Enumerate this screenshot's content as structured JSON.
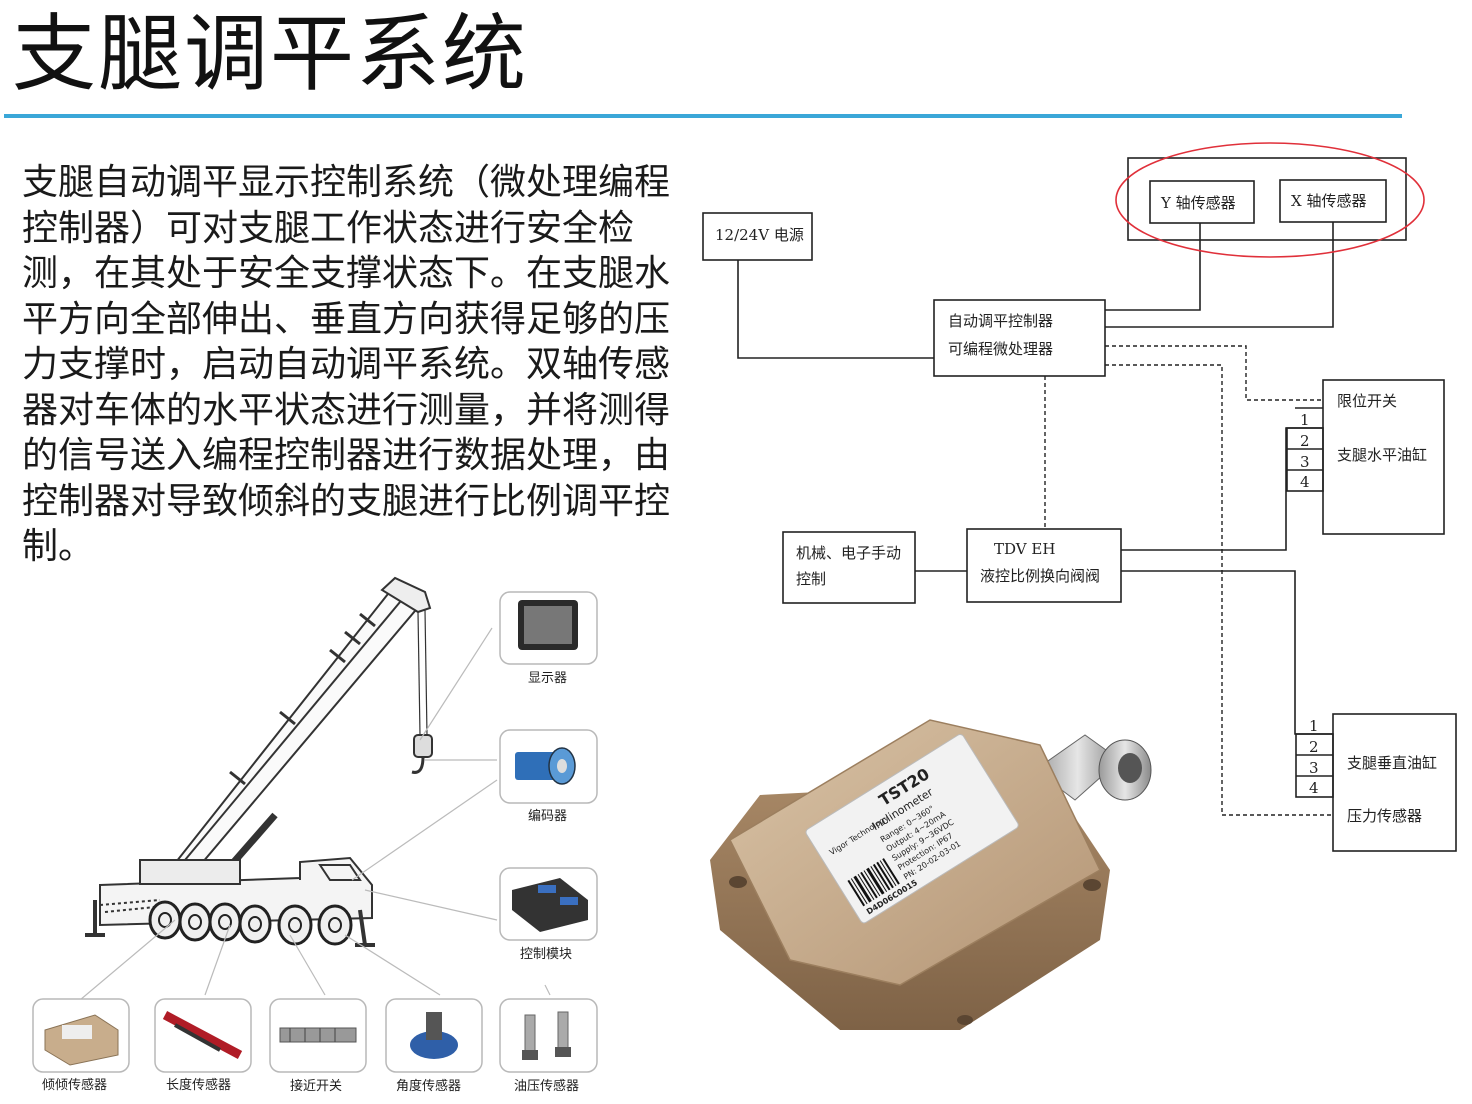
{
  "title": "支腿调平系统",
  "description": "支腿自动调平显示控制系统（微处理编程控制器）可对支腿工作状态进行安全检测，在其处于安全支撑状态下。在支腿水平方向全部伸出、垂直方向获得足够的压力支撑时，启动自动调平系统。双轴传感器对车体的水平状态进行测量，并将测得的信号送入编程控制器进行数据处理，由控制器对导致倾斜的支腿进行比例调平控制。",
  "diagram": {
    "power": "12/24V 电源",
    "y_sensor": "Y 轴传感器",
    "x_sensor": "X 轴传感器",
    "controller_line1": "自动调平控制器",
    "controller_line2": "可编程微处理器",
    "limit_switch": "限位开关",
    "horizontal_cyl": "支腿水平油缸",
    "manual_line1": "机械、电子手动",
    "manual_line2": "控制",
    "valve_line1": "TDV EH",
    "valve_line2": "液控比例换向阀阀",
    "vertical_cyl": "支腿垂直油缸",
    "pressure_sensor": "压力传感器",
    "pins": [
      "1",
      "2",
      "3",
      "4"
    ]
  },
  "components": {
    "display": "显示器",
    "encoder": "编码器",
    "control_module": "控制模块",
    "inclination_sensor": "倾倾传感器",
    "length_sensor": "长度传感器",
    "proximity_switch": "接近开关",
    "angle_sensor": "角度传感器",
    "pressure_sensor": "油压传感器"
  },
  "product_label": {
    "model": "TST20",
    "type": "Inclinometer",
    "range": "Range: 0~360°",
    "output": "Output: 4~20mA",
    "supply": "Supply: 9~36VDC",
    "protection": "Protection: IP67",
    "part_no": "PN: 20-02-03-01",
    "serial": "D4D06C0015",
    "brand": "Vigor Technology"
  },
  "colors": {
    "accent_rule": "#3aa7d8",
    "highlight_ellipse": "#e0303a",
    "sensor_body": "#c8ad8c"
  }
}
